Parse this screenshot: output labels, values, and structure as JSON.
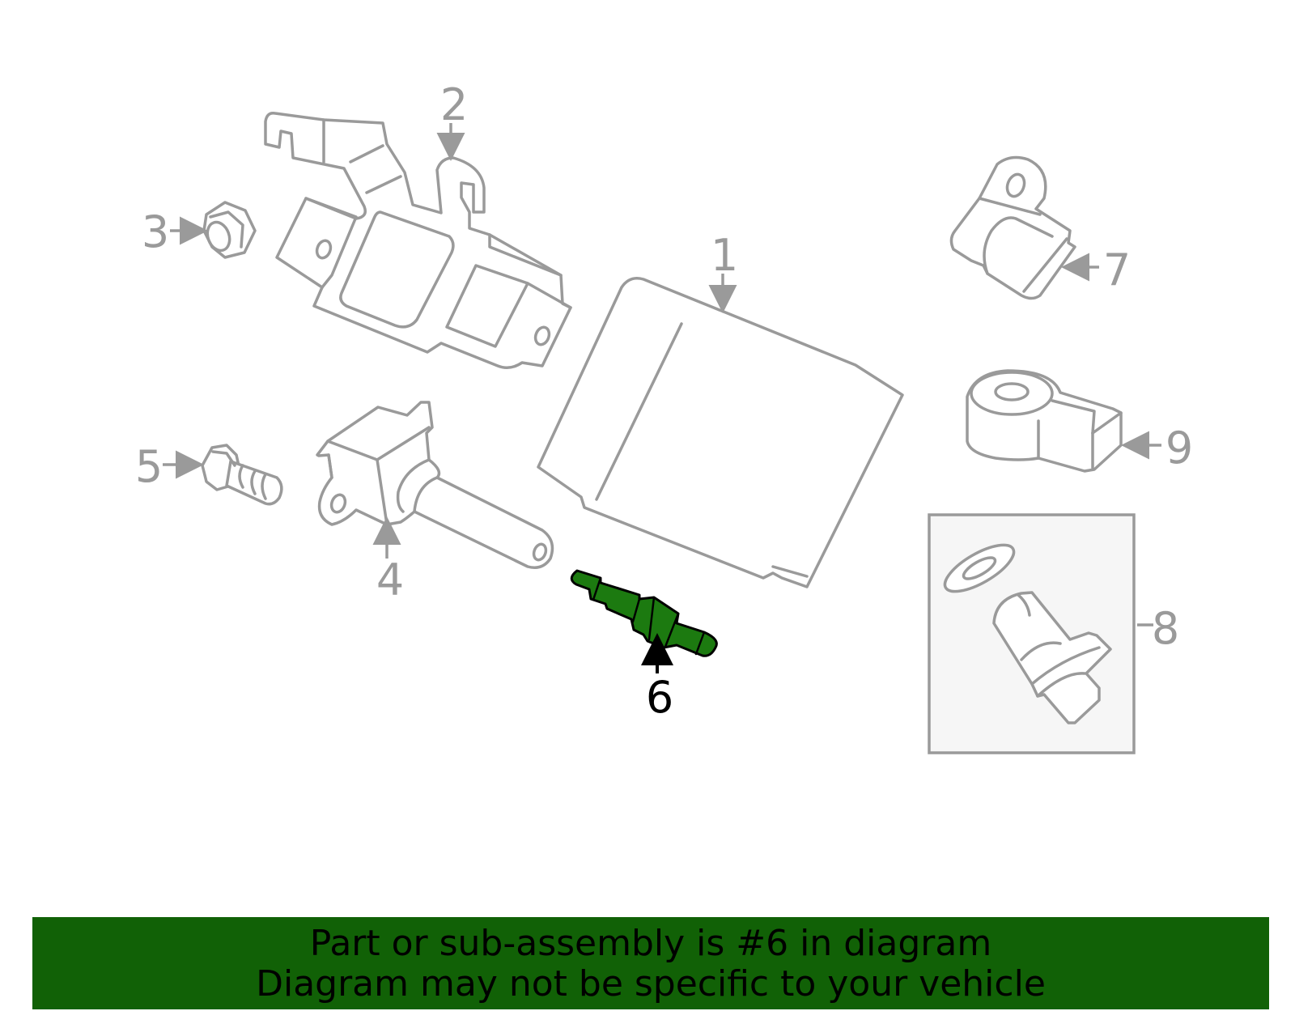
{
  "diagram": {
    "callouts": [
      "1",
      "2",
      "3",
      "4",
      "5",
      "6",
      "7",
      "8",
      "9"
    ],
    "highlighted_part": "6",
    "colors": {
      "part_outline": "#9a9a9a",
      "highlight_fill": "#1c7a10",
      "banner_background": "#116106"
    }
  },
  "banner": {
    "line1": "Part or sub-assembly is #6 in diagram",
    "line2": "Diagram may not be specific to your vehicle"
  }
}
